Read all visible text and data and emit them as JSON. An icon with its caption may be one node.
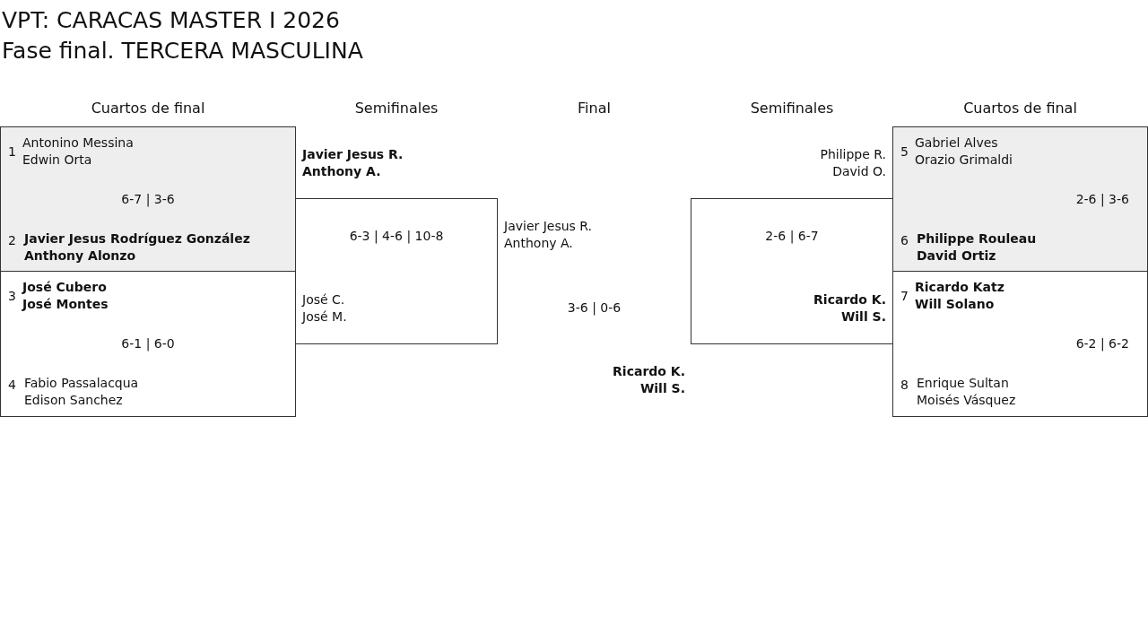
{
  "diagram": {
    "title": "VPT: CARACAS MASTER I 2026",
    "nodes": [
      {
        "text": [
          "1",
          "Antonino Messina",
          "Edwin Orta",
          "6-7 | 3-6",
          "2",
          "Javier Jesus Rodríguez González",
          "Anthony Alonzo"
        ]
      },
      {
        "text": [
          "3",
          "José Cubero",
          "José Montes",
          "6-1 | 6-0",
          "4",
          "Fabio Passalacqua",
          "Edison Sanchez"
        ]
      },
      {
        "text": [
          "Javier Jesus R.",
          "Anthony A.",
          "6-3 | 4-6 | 10-8",
          "José C.",
          "José M."
        ]
      },
      {
        "text": [
          "Philippe R.",
          "David O.",
          "2-6 | 6-7",
          "Ricardo K.",
          "Will S."
        ]
      },
      {
        "text": [
          "5",
          "Gabriel Alves",
          "Orazio Grimaldi",
          "2-6 | 3-6",
          "6",
          "Philippe Rouleau",
          "David Ortiz"
        ]
      },
      {
        "text": [
          "7",
          "Ricardo Katz",
          "Will Solano",
          "6-2 | 6-2",
          "8",
          "Enrique Sultan",
          "Moisés Vásquez"
        ]
      }
    ],
    "labels": [
      "Fase final. TERCERA MASCULINA",
      "Cuartos de final",
      "Semifinales",
      "Final",
      "Semifinales",
      "Cuartos de final",
      "Javier Jesus R.",
      "Anthony A.",
      "3-6 | 0-6",
      "Ricardo K.",
      "Will S."
    ]
  }
}
